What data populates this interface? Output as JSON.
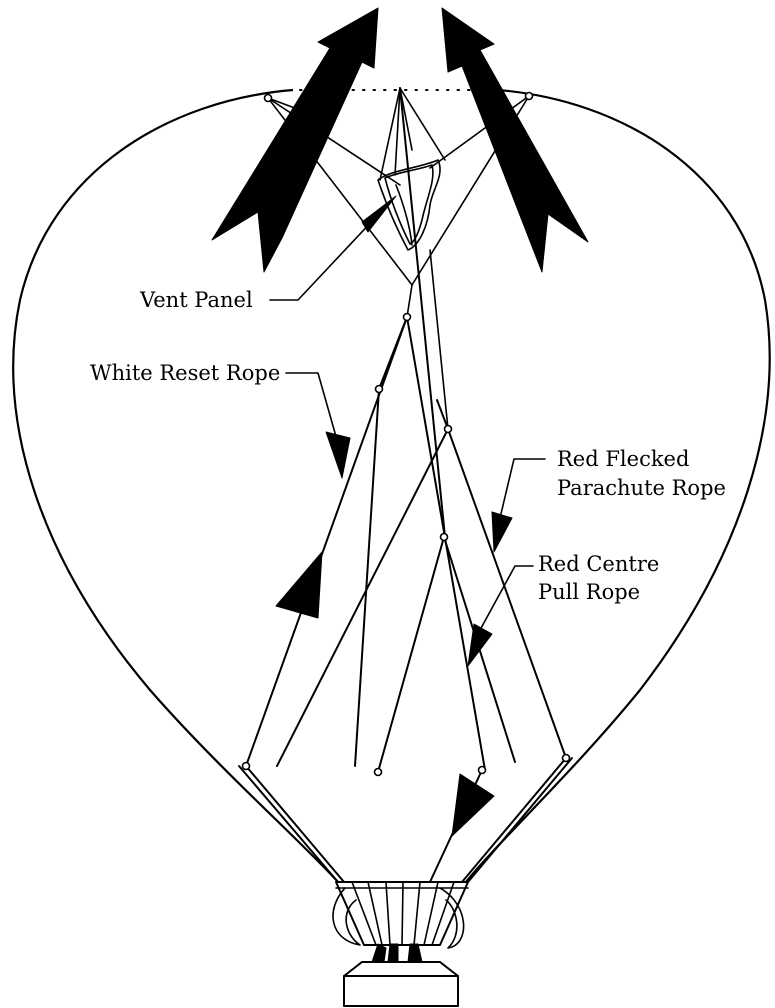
{
  "labels": {
    "vent_panel": "Vent Panel",
    "white_reset_rope": "White Reset Rope",
    "red_flecked_line1": "Red Flecked",
    "red_flecked_line2": "Parachute Rope",
    "red_centre_line1": "Red Centre",
    "red_centre_line2": "Pull Rope"
  }
}
